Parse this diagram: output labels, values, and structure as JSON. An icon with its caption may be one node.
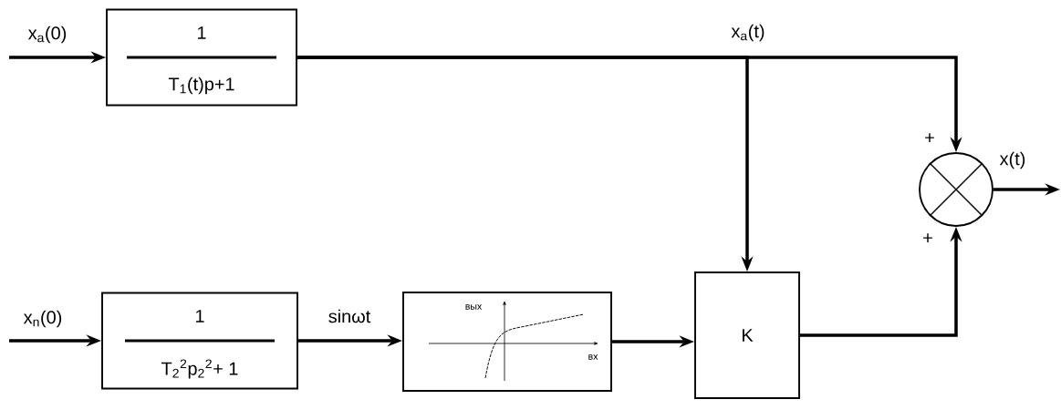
{
  "diagram": {
    "nodes": [
      {
        "text": [
          "1",
          "T$_{1}$(t)p+1"
        ]
      },
      {
        "text": [
          "1",
          "T$_{2}$$^{2}$p$_{2}$$^{2}$+ 1"
        ]
      },
      {
        "text": [
          "вых",
          "вх"
        ]
      },
      {
        "text": [
          "K"
        ]
      },
      {
        "text": [],
        "shape": "circle"
      }
    ],
    "edges": [
      {
        "from": null,
        "to": 0,
        "arrow": "to",
        "label": "x$_{a}$(0)"
      },
      {
        "from": 0,
        "to": 4,
        "arrow": "to",
        "label": "x$_{a}$(t)"
      },
      {
        "from": 0,
        "to": 3,
        "arrow": "to"
      },
      {
        "from": null,
        "to": 1,
        "arrow": "to",
        "label": "x$_{n}$(0)"
      },
      {
        "from": 1,
        "to": 2,
        "arrow": "to",
        "label": "sinωt"
      },
      {
        "from": 2,
        "to": 3,
        "arrow": "to"
      },
      {
        "from": 3,
        "to": 4,
        "arrow": "to"
      },
      {
        "from": 4,
        "to": null,
        "arrow": "to",
        "label": "x(t)"
      }
    ],
    "labels": [
      "+",
      "+"
    ]
  }
}
